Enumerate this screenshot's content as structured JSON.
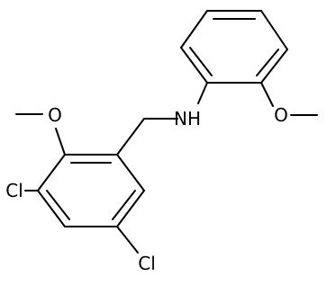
{
  "atoms": {
    "nh": "NH",
    "o_left": "O",
    "o_right": "O",
    "cl_upper": "Cl",
    "cl_lower": "Cl"
  }
}
